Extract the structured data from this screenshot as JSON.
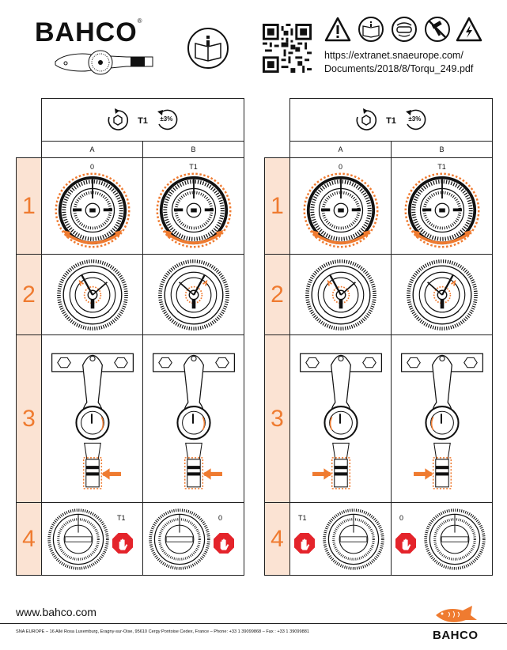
{
  "brand": {
    "name": "BAHCO",
    "registered": "®"
  },
  "document_url": {
    "line1": "https://extranet.snaeurope.com/",
    "line2": "Documents/2018/8/Torqu_249.pdf"
  },
  "header": {
    "t1": "T1",
    "tolerance": "±3%"
  },
  "columns": [
    "A",
    "B"
  ],
  "steps": [
    "1",
    "2",
    "3",
    "4"
  ],
  "step1_values": {
    "a": "0",
    "b": "T1"
  },
  "step4_values": {
    "left_panel": [
      "T1",
      "0"
    ],
    "right_panel": [
      "T1",
      "0"
    ]
  },
  "footer": {
    "website": "www.bahco.com",
    "address": "SNA EUROPE – 16 Allé Rosa Luxemburg, Eragny-sur-Oise, 95610 Cergy Pontoise Cedex, France – Phone: +33 1 39099868 – Fax : +33 1 39099881",
    "brand": "BAHCO"
  },
  "colors": {
    "accent": "#ef7b30",
    "step_bg": "#fbe3d3",
    "ink": "#111111"
  },
  "icons": [
    "book-manual-icon",
    "qr-code-icon",
    "warning-icon",
    "read-manual-icon",
    "goggles-icon",
    "no-hammer-icon",
    "electric-hazard-icon",
    "wrench-illustration-icon",
    "fish-logo-icon"
  ]
}
